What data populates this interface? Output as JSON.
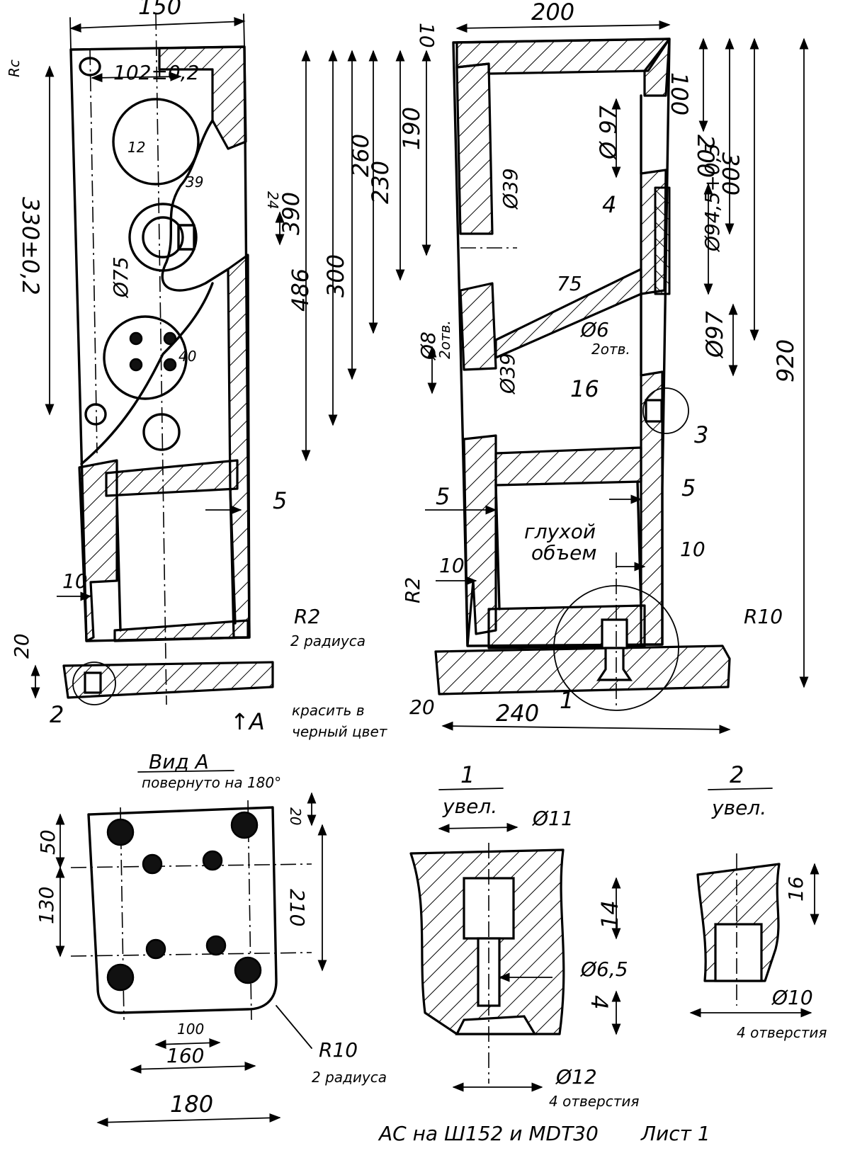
{
  "labels": {
    "d150": "150",
    "d200": "200",
    "d10_top": "10",
    "rc": "Rc",
    "d102": "102±0,2",
    "d12": "12",
    "d39_a": "39",
    "d24": "24",
    "d75_dia": "Ø75",
    "d330": "330±0,2",
    "d40": "40",
    "d5_left": "5",
    "d10_left": "10",
    "d20_left": "20",
    "r2_left": "R2",
    "r2_left_note": "2 радиуса",
    "call_2": "2",
    "view_a": "↑A",
    "d486": "486",
    "d390": "390",
    "d300_a": "300",
    "d260": "260",
    "d230": "230",
    "d190": "190",
    "d39_b": "Ø39",
    "d39_c": "Ø39",
    "d8": "Ø8",
    "d8_note": "2отв.",
    "d75_mid": "75",
    "d6": "Ø6",
    "d6_note": "2отв.",
    "d16": "16",
    "d97_a": "Ø 97",
    "d4": "4",
    "d94": "Ø94,5+0,5",
    "d97_b": "Ø97",
    "d100": "100",
    "d200_r": "200",
    "d300_r": "300",
    "d920": "920",
    "call_3": "3",
    "d5_r1": "5",
    "d5_r2": "5",
    "blind": "глухой",
    "blind2": "объем",
    "d10_r1": "10",
    "d10_r2": "10",
    "r2_right": "R2",
    "r10_top": "R10",
    "paint1": "красить в",
    "paint2": "черный цвет",
    "d20_r": "20",
    "d240": "240",
    "call_1": "1",
    "viewA_title": "Вид А",
    "viewA_sub": "повернуто на 180°",
    "d50": "50",
    "d130": "130",
    "d20_va": "20",
    "d210": "210",
    "d100_va": "100",
    "d160": "160",
    "d180": "180",
    "r10_bot": "R10",
    "r10_bot_note": "2 радиуса",
    "det1_num": "1",
    "det1_sub": "увел.",
    "d11": "Ø11",
    "d14": "14",
    "d65": "Ø6,5",
    "d4_det": "4",
    "d12_det": "Ø12",
    "det1_note": "4 отверстия",
    "det2_num": "2",
    "det2_sub": "увел.",
    "d16_det": "16",
    "d10_det": "Ø10",
    "det2_note": "4 отверстия",
    "material": "АС на Ш152 и MDT30",
    "sheet": "Лист 1"
  }
}
